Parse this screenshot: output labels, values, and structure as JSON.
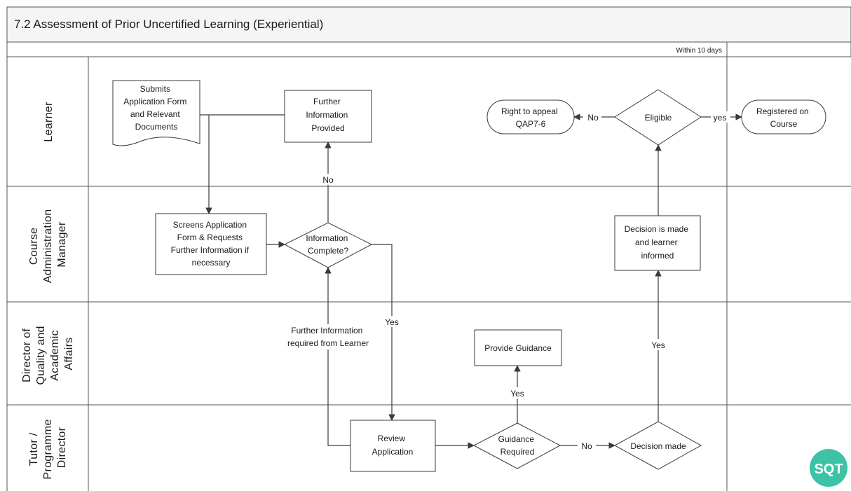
{
  "title": "7.2 Assessment of Prior Uncertified Learning (Experiential)",
  "phase_label": "Within 10 days",
  "lanes": {
    "learner": [
      "Learner"
    ],
    "cam": [
      "Course",
      "Administration",
      "Manager"
    ],
    "dqaa": [
      "Director of",
      "Quality and",
      "Academic",
      "Affairs"
    ],
    "tpd": [
      "Tutor /",
      "Programme",
      "Director"
    ]
  },
  "nodes": {
    "submits": [
      "Submits",
      "Application Form",
      "and Relevant",
      "Documents"
    ],
    "further_info": [
      "Further",
      "Information",
      "Provided"
    ],
    "right_to_appeal": [
      "Right to appeal",
      "QAP7-6"
    ],
    "eligible": [
      "Eligible"
    ],
    "registered": [
      "Registered on",
      "Course"
    ],
    "screens": [
      "Screens Application",
      "Form & Requests",
      "Further Information if",
      "necessary"
    ],
    "info_complete": [
      "Information",
      "Complete?"
    ],
    "decision_informed": [
      "Decision is made",
      "and learner",
      "informed"
    ],
    "provide_guidance": [
      "Provide Guidance"
    ],
    "review": [
      "Review",
      "Application"
    ],
    "guidance_required": [
      "Guidance",
      "Required"
    ],
    "decision_made": [
      "Decision made"
    ]
  },
  "edge_labels": {
    "no_top": "No",
    "no_appeal": "No",
    "yes_registered": "yes",
    "yes_complete": "Yes",
    "further_required": [
      "Further Information",
      "required from Learner"
    ],
    "yes_guidance": "Yes",
    "no_guidance": "No",
    "yes_decision": "Yes"
  },
  "logo": "SQT",
  "colors": {
    "logo": "#3cc3a6",
    "line": "#3a3a3a",
    "header": "#f5f5f5"
  }
}
